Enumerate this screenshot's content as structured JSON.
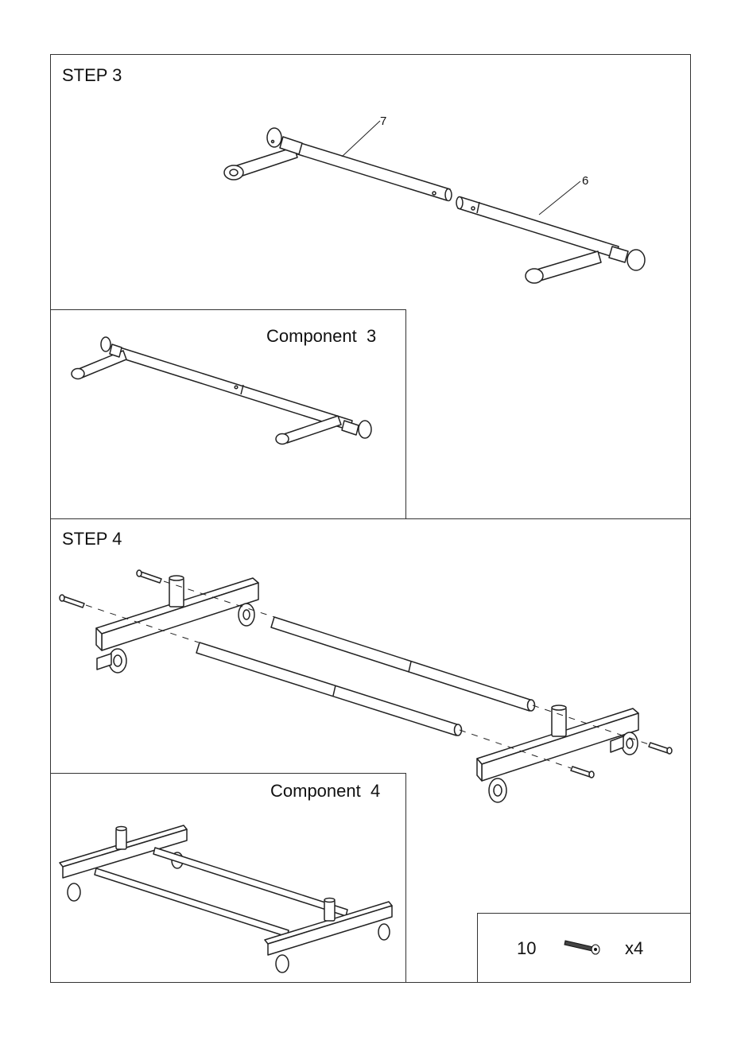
{
  "step3": {
    "title": "STEP 3",
    "callouts": [
      "7",
      "6"
    ],
    "component_title": "Component  3"
  },
  "step4": {
    "title": "STEP 4",
    "component_title": "Component  4",
    "hardware": {
      "part_number": "10",
      "quantity": "x4",
      "icon": "bolt-icon"
    }
  },
  "colors": {
    "line": "#222222",
    "border": "#333333",
    "background": "#ffffff"
  }
}
